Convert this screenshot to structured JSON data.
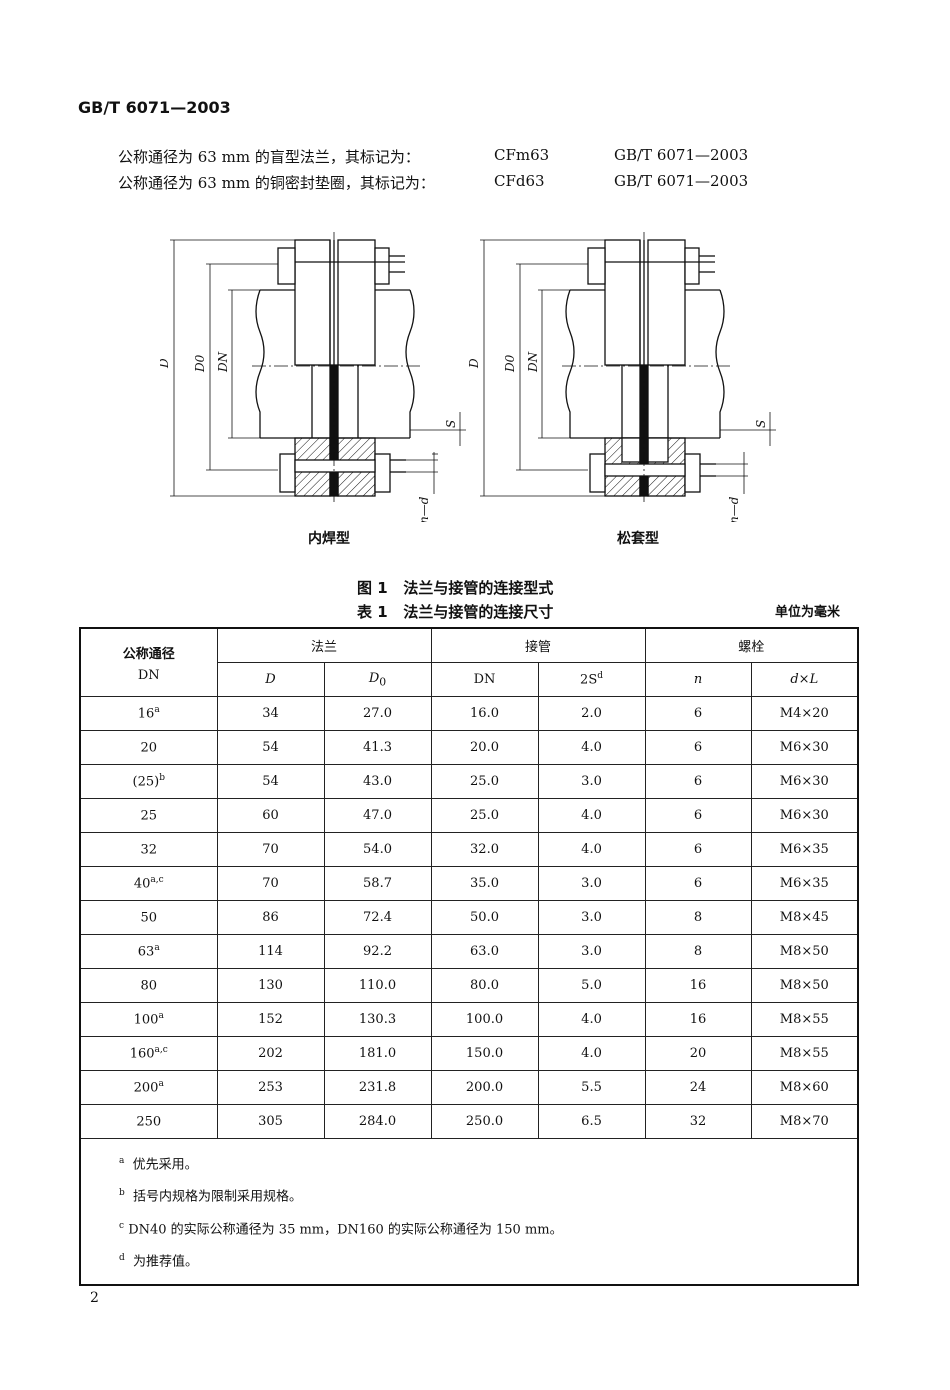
{
  "header": {
    "standard_no": "GB/T 6071—2003"
  },
  "marking": [
    {
      "text": "公称通径为 63 mm 的盲型法兰，其标记为：",
      "code": "CFm63",
      "std": "GB/T 6071—2003"
    },
    {
      "text": "公称通径为 63 mm 的铜密封垫圈，其标记为：",
      "code": "CFd63",
      "std": "GB/T 6071—2003"
    }
  ],
  "figure": {
    "left_label": "内焊型",
    "right_label": "松套型",
    "dim_labels": {
      "D": "D",
      "D0": "D0",
      "DN": "DN",
      "S": "S",
      "nd": "n—d"
    },
    "caption_num": "图 1",
    "caption": "法兰与接管的连接型式"
  },
  "table": {
    "caption_num": "表 1",
    "caption": "法兰与接管的连接尺寸",
    "unit": "单位为毫米",
    "groups": {
      "nominal": "公称通径",
      "nominal_dn": "DN",
      "flange": "法兰",
      "pipe": "接管",
      "bolt": "螺栓"
    },
    "subheaders": {
      "D": "D",
      "D0": "D",
      "D0_sub": "0",
      "DN": "DN",
      "S2": "2S",
      "S2_sup": "d",
      "n": "n",
      "dL": "d×L"
    },
    "rows": [
      {
        "dn": "16",
        "sup": "a",
        "D": "34",
        "D0": "27.0",
        "pdn": "16.0",
        "s2": "2.0",
        "n": "6",
        "dl": "M4×20"
      },
      {
        "dn": "20",
        "sup": "",
        "D": "54",
        "D0": "41.3",
        "pdn": "20.0",
        "s2": "4.0",
        "n": "6",
        "dl": "M6×30"
      },
      {
        "dn": "(25)",
        "sup": "b",
        "D": "54",
        "D0": "43.0",
        "pdn": "25.0",
        "s2": "3.0",
        "n": "6",
        "dl": "M6×30"
      },
      {
        "dn": "25",
        "sup": "",
        "D": "60",
        "D0": "47.0",
        "pdn": "25.0",
        "s2": "4.0",
        "n": "6",
        "dl": "M6×30"
      },
      {
        "dn": "32",
        "sup": "",
        "D": "70",
        "D0": "54.0",
        "pdn": "32.0",
        "s2": "4.0",
        "n": "6",
        "dl": "M6×35"
      },
      {
        "dn": "40",
        "sup": "a,c",
        "D": "70",
        "D0": "58.7",
        "pdn": "35.0",
        "s2": "3.0",
        "n": "6",
        "dl": "M6×35"
      },
      {
        "dn": "50",
        "sup": "",
        "D": "86",
        "D0": "72.4",
        "pdn": "50.0",
        "s2": "3.0",
        "n": "8",
        "dl": "M8×45"
      },
      {
        "dn": "63",
        "sup": "a",
        "D": "114",
        "D0": "92.2",
        "pdn": "63.0",
        "s2": "3.0",
        "n": "8",
        "dl": "M8×50"
      },
      {
        "dn": "80",
        "sup": "",
        "D": "130",
        "D0": "110.0",
        "pdn": "80.0",
        "s2": "5.0",
        "n": "16",
        "dl": "M8×50"
      },
      {
        "dn": "100",
        "sup": "a",
        "D": "152",
        "D0": "130.3",
        "pdn": "100.0",
        "s2": "4.0",
        "n": "16",
        "dl": "M8×55"
      },
      {
        "dn": "160",
        "sup": "a,c",
        "D": "202",
        "D0": "181.0",
        "pdn": "150.0",
        "s2": "4.0",
        "n": "20",
        "dl": "M8×55"
      },
      {
        "dn": "200",
        "sup": "a",
        "D": "253",
        "D0": "231.8",
        "pdn": "200.0",
        "s2": "5.5",
        "n": "24",
        "dl": "M8×60"
      },
      {
        "dn": "250",
        "sup": "",
        "D": "305",
        "D0": "284.0",
        "pdn": "250.0",
        "s2": "6.5",
        "n": "32",
        "dl": "M8×70"
      }
    ],
    "notes": [
      {
        "mark": "a",
        "text": "优先采用。"
      },
      {
        "mark": "b",
        "text": "括号内规格为限制采用规格。"
      },
      {
        "mark": "c",
        "text": "DN40 的实际公称通径为 35 mm，DN160 的实际公称通径为 150 mm。"
      },
      {
        "mark": "d",
        "text": "为推荐值。"
      }
    ]
  },
  "footer": {
    "page": "2"
  }
}
